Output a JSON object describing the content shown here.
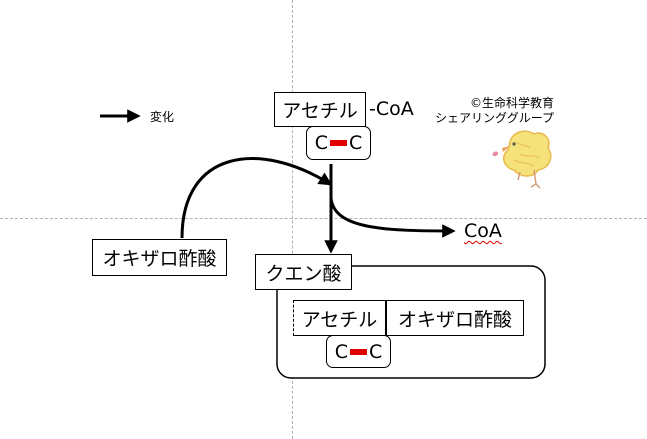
{
  "legend": {
    "label": "変化"
  },
  "top": {
    "acetyl": "アセチル",
    "coa_suffix": "-CoA",
    "carbon_left": "C",
    "carbon_right": "C"
  },
  "oxaloacetate": "オキザロ酢酸",
  "coa_released": "CoA",
  "citrate": {
    "title": "クエン酸",
    "acetyl": "アセチル",
    "oxaloacetate": "オキザロ酢酸",
    "carbon_left": "C",
    "carbon_right": "C"
  },
  "credit": {
    "line1": "©生命科学教育",
    "line2": "シェアリンググループ"
  },
  "colors": {
    "bond": "#e00000",
    "line": "#000000",
    "guide": "#b0b0b0"
  }
}
